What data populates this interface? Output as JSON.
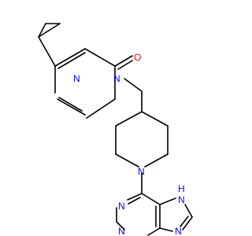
{
  "molecule": {
    "atoms": {
      "carbonyl_oxygen": {
        "text": "O",
        "color": "#ff0000"
      },
      "pyrimidinone_n1": {
        "text": "N",
        "color": "#0000ff"
      },
      "pyrimidinone_n3": {
        "text": "N",
        "color": "#0000ff"
      },
      "piperidine_n": {
        "text": "N",
        "color": "#0000ff"
      },
      "purine_n_top": {
        "text": "N",
        "color": "#0000ff"
      },
      "purine_n_left": {
        "text": "N",
        "color": "#0000ff"
      },
      "purine_n_bottom": {
        "text": "N",
        "color": "#0000ff"
      },
      "imidazole_n": {
        "text": "N",
        "color": "#0000ff"
      },
      "imidazole_nh": {
        "text": "H",
        "color": "#0000ff"
      },
      "imidazole_nh_n": {
        "text": "N",
        "color": "#0000ff"
      }
    },
    "bond_color": "#000000"
  }
}
